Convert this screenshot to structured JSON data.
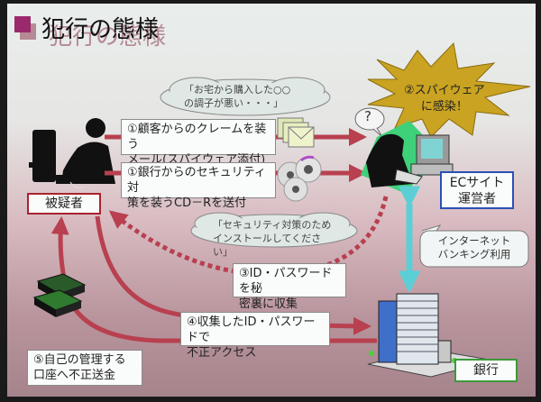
{
  "title": "犯行の態様",
  "actors": {
    "suspect": "被疑者",
    "ec_operator_line1": "ECサイト",
    "ec_operator_line2": "運営者",
    "bank": "銀行"
  },
  "steps": {
    "step1a_line1": "①顧客からのクレームを装う",
    "step1a_line2": "メール(スパイウェア添付)",
    "step1b_line1": "①銀行からのセキュリティ対",
    "step1b_line2": "策を装うCD－Rを送付",
    "step2_line1": "②スパイウェア",
    "step2_line2": "に感染！",
    "step3_line1": "③ID・パスワードを秘",
    "step3_line2": "密裏に収集",
    "step4_line1": "④収集したID・パスワードで",
    "step4_line2": "不正アクセス",
    "step5_line1": "⑤自己の管理する",
    "step5_line2": "口座へ不正送金"
  },
  "callouts": {
    "complaint_line1": "「お宅から購入した○○",
    "complaint_line2": "の調子が悪い・・・」",
    "security_line1": "「セキュリティ対策のため",
    "security_line2": "インストールしてくださ",
    "security_line3": "い」",
    "question": "?",
    "internet_line1": "インターネット",
    "internet_line2": "バンキング利用"
  },
  "colors": {
    "arrow": "#b8404f",
    "accent": "#9a2a6c",
    "burst": "#c9a321",
    "internet_arrow": "#5ccfd6",
    "ec_border": "#2b4fb5",
    "bank_border": "#3c9a3c",
    "suspect_border": "#a8232f"
  }
}
